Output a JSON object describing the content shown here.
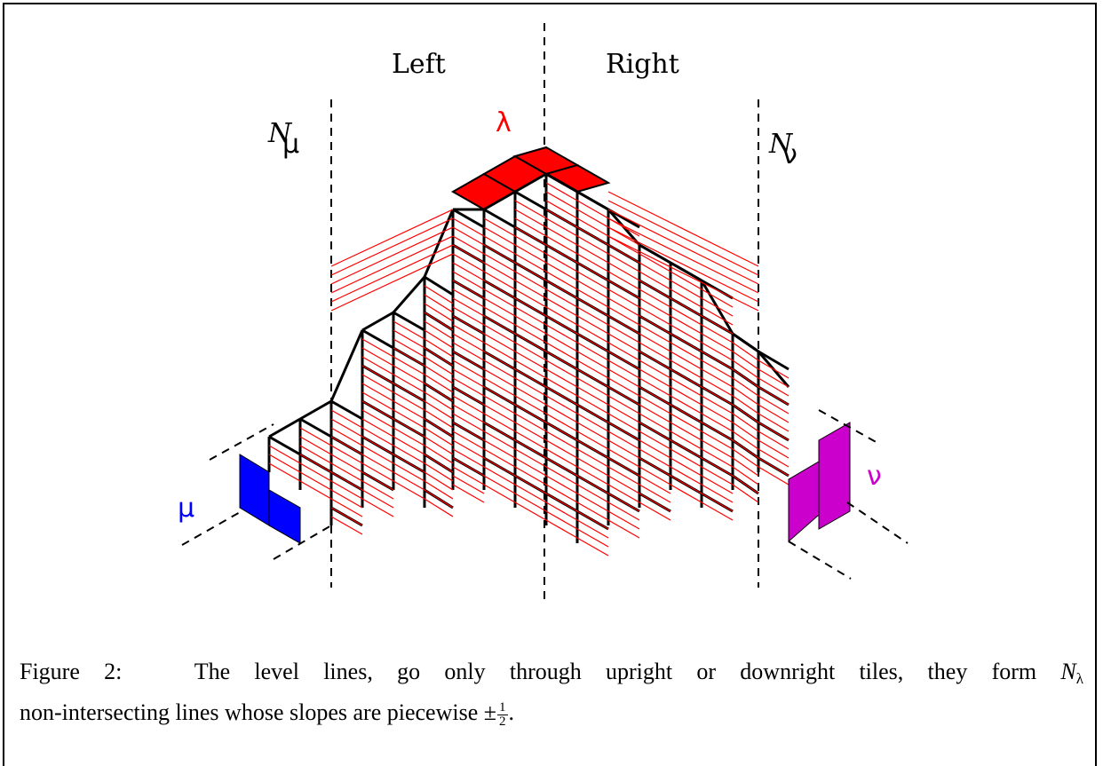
{
  "labels": {
    "left": "Left",
    "right": "Right",
    "n_mu_letter": "N",
    "n_mu_sub": "μ",
    "n_nu_letter": "N",
    "n_nu_sub": "ν",
    "lambda": "λ",
    "mu": "μ",
    "nu": "ν"
  },
  "colors": {
    "lambda": "#ff0000",
    "mu": "#0000ff",
    "nu": "#cc00cc",
    "level_lines": "#ff0000",
    "edges": "#000000"
  },
  "caption": {
    "figure_label": "Figure 2:",
    "line1_text": "The level lines, go only through upright or downright tiles, they form",
    "line1_math_letter": "N",
    "line1_math_sub": "λ",
    "line2_text": "non-intersecting lines whose slopes are piecewise ±",
    "frac_num": "1",
    "frac_den": "2",
    "line2_end": "."
  }
}
